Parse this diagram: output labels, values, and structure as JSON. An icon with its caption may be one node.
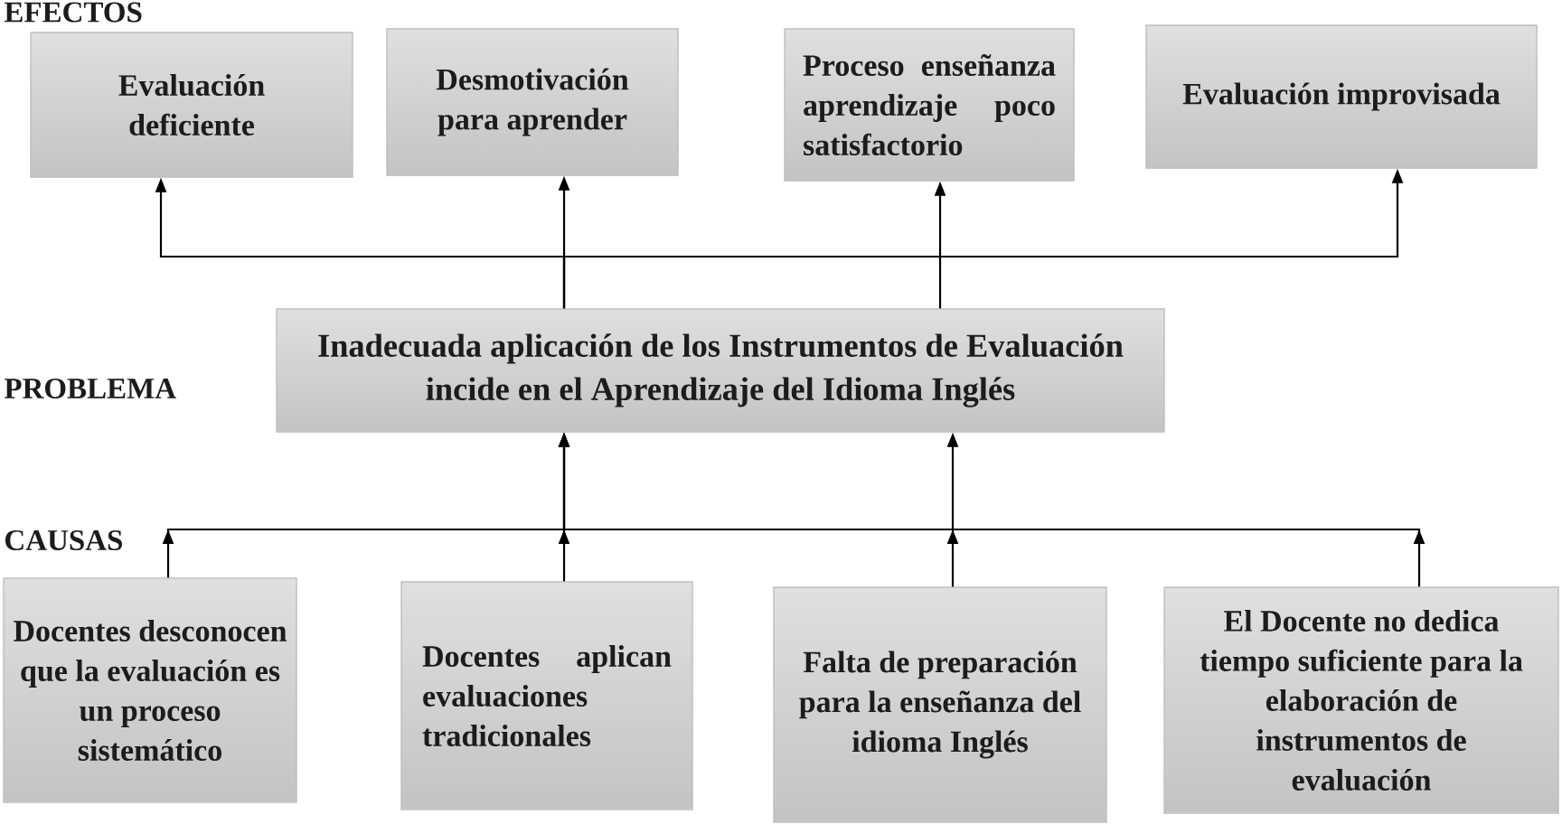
{
  "diagram": {
    "nodes": [
      {
        "text": [
          "Evaluación deficiente"
        ]
      },
      {
        "text": [
          "Desmotivación para aprender"
        ]
      },
      {
        "text": [
          "Proceso enseñanza aprendizaje poco satisfactorio"
        ]
      },
      {
        "text": [
          "Evaluación improvisada"
        ]
      },
      {
        "text": [
          "Inadecuada aplicación de los Instrumentos de Evaluación incide en el Aprendizaje del Idioma Inglés"
        ]
      },
      {
        "text": [
          "Docentes desconocen que la evaluación es un proceso sistemático"
        ]
      },
      {
        "text": [
          "Docentes aplican evaluaciones tradicionales"
        ]
      },
      {
        "text": [
          "Falta de preparación para la enseñanza del idioma Inglés"
        ]
      },
      {
        "text": [
          "El Docente no dedica tiempo suficiente para la elaboración de instrumentos de evaluación"
        ]
      }
    ],
    "edges": [
      {
        "from": 4,
        "to": 0,
        "arrow": "to"
      },
      {
        "from": 4,
        "to": 1,
        "arrow": "to"
      },
      {
        "from": 4,
        "to": 2,
        "arrow": "to"
      },
      {
        "from": 4,
        "to": 3,
        "arrow": "to"
      },
      {
        "from": 5,
        "to": 4,
        "arrow": "to"
      },
      {
        "from": 6,
        "to": 4,
        "arrow": "to"
      },
      {
        "from": 7,
        "to": 4,
        "arrow": "to"
      },
      {
        "from": 8,
        "to": 4,
        "arrow": "to"
      }
    ],
    "labels": [
      "EFECTOS",
      "PROBLEMA",
      "CAUSAS"
    ]
  }
}
